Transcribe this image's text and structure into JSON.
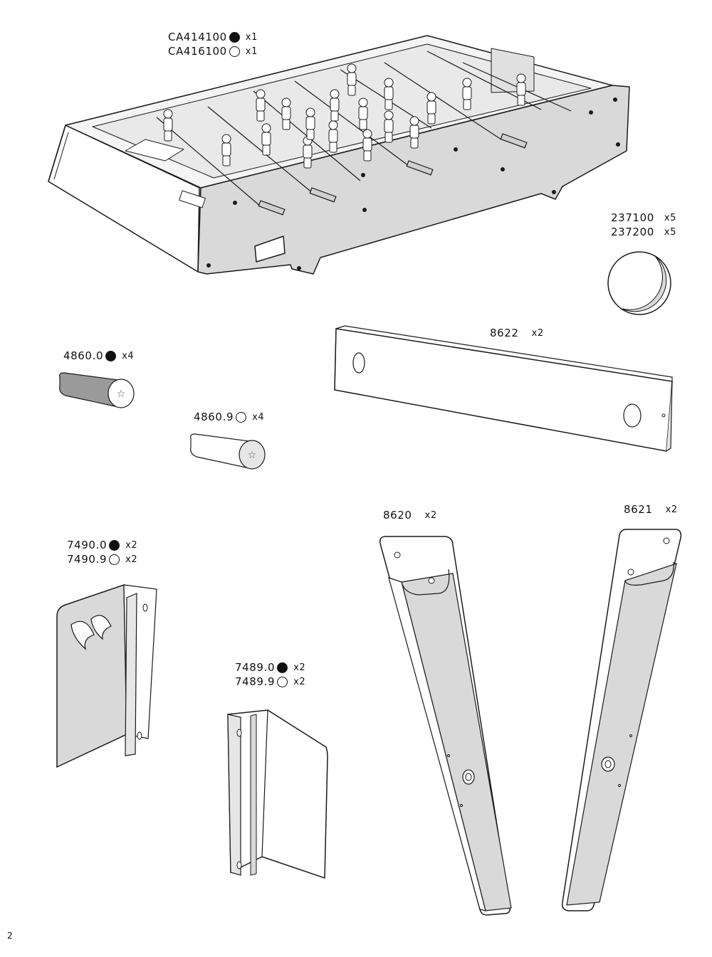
{
  "parts": {
    "table": {
      "rows": [
        {
          "code": "CA414100",
          "dot": "filled",
          "qty": "x1"
        },
        {
          "code": "CA416100",
          "dot": "empty",
          "qty": "x1"
        }
      ]
    },
    "ball": {
      "rows": [
        {
          "code": "237100",
          "qty": "x5"
        },
        {
          "code": "237200",
          "qty": "x5"
        }
      ]
    },
    "handle_dark": {
      "rows": [
        {
          "code": "4860.0",
          "dot": "filled",
          "qty": "x4"
        }
      ]
    },
    "handle_light": {
      "rows": [
        {
          "code": "4860.9",
          "dot": "empty",
          "qty": "x4"
        }
      ]
    },
    "crossbar": {
      "rows": [
        {
          "code": "8622",
          "qty": "x2"
        }
      ]
    },
    "bracket_a": {
      "rows": [
        {
          "code": "7490.0",
          "dot": "filled",
          "qty": "x2"
        },
        {
          "code": "7490.9",
          "dot": "empty",
          "qty": "x2"
        }
      ]
    },
    "bracket_b": {
      "rows": [
        {
          "code": "7489.0",
          "dot": "filled",
          "qty": "x2"
        },
        {
          "code": "7489.9",
          "dot": "empty",
          "qty": "x2"
        }
      ]
    },
    "leg_left": {
      "rows": [
        {
          "code": "8620",
          "qty": "x2"
        }
      ]
    },
    "leg_right": {
      "rows": [
        {
          "code": "8621",
          "qty": "x2"
        }
      ]
    }
  },
  "page_number": "2",
  "colors": {
    "part_fill": "#d9d9d9",
    "outline": "#1a1a1a",
    "dark_handle": "#9a9a9a"
  }
}
